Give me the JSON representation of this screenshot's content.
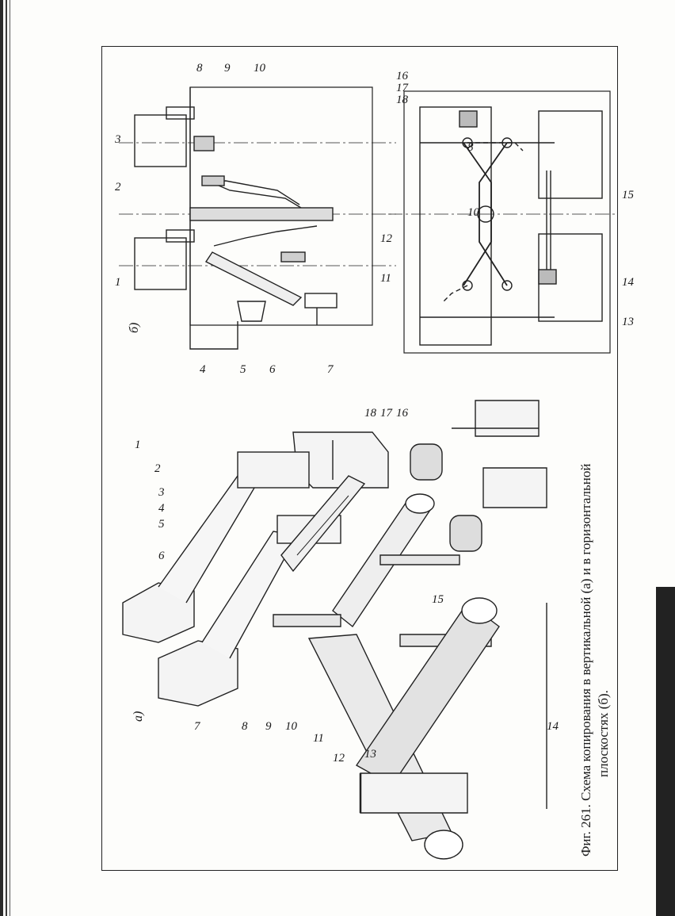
{
  "figure": {
    "caption_line1": "Фиг. 261. Схема копирования в вертикальной (а) и в горизонтальной",
    "caption_line2": "плоскостях (б).",
    "panel_a_label": "а)",
    "panel_b_label": "б)"
  },
  "labels_a": [
    "1",
    "2",
    "3",
    "4",
    "5",
    "6",
    "7",
    "8",
    "9",
    "10",
    "11",
    "12",
    "13",
    "14",
    "15",
    "16",
    "17",
    "18"
  ],
  "labels_b_top": [
    "1",
    "2",
    "3",
    "4",
    "5",
    "6",
    "7",
    "8",
    "9",
    "10",
    "11",
    "12"
  ],
  "labels_b_bottom": [
    "8",
    "10",
    "13",
    "14",
    "15",
    "16",
    "17",
    "18"
  ]
}
